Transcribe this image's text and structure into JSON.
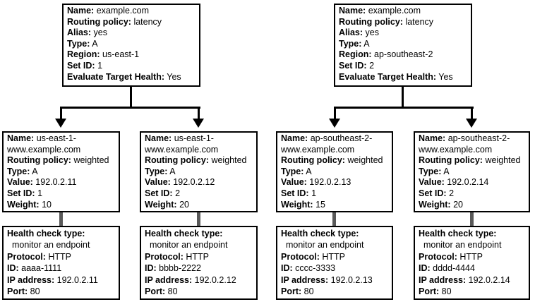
{
  "diagram": {
    "title_semantic": "route53-latency-weighted-health-check-diagram",
    "colors": {
      "line": "#000000",
      "connector_gray": "#595959",
      "box_border": "#000000",
      "box_bg": "#ffffff",
      "text": "#000000"
    },
    "latency_records": [
      {
        "id": "latency-record-us-east-1",
        "lines": [
          {
            "b": "Name:",
            "t": " example.com"
          },
          {
            "b": "Routing policy:",
            "t": " latency"
          },
          {
            "b": "Alias:",
            "t": " yes"
          },
          {
            "b": "Type:",
            "t": " A"
          },
          {
            "b": "Region:",
            "t": " us-east-1"
          },
          {
            "b": "Set ID:",
            "t": " 1"
          },
          {
            "b": "Evaluate Target Health:",
            "t": " Yes"
          }
        ]
      },
      {
        "id": "latency-record-ap-southeast-2",
        "lines": [
          {
            "b": "Name:",
            "t": " example.com"
          },
          {
            "b": "Routing policy:",
            "t": " latency"
          },
          {
            "b": "Alias:",
            "t": " yes"
          },
          {
            "b": "Type:",
            "t": " A"
          },
          {
            "b": "Region:",
            "t": " ap-southeast-2"
          },
          {
            "b": "Set ID:",
            "t": " 2"
          },
          {
            "b": "Evaluate Target Health:",
            "t": " Yes"
          }
        ]
      }
    ],
    "weighted_records": [
      {
        "id": "weighted-record-us-east-1-set1",
        "lines": [
          {
            "b": "Name:",
            "t": " us-east-1-www.example.com"
          },
          {
            "b": "Routing policy:",
            "t": " weighted"
          },
          {
            "b": "Type:",
            "t": " A"
          },
          {
            "b": "Value:",
            "t": " 192.0.2.11"
          },
          {
            "b": "Set ID:",
            "t": " 1"
          },
          {
            "b": "Weight:",
            "t": " 10"
          }
        ]
      },
      {
        "id": "weighted-record-us-east-1-set2",
        "lines": [
          {
            "b": "Name:",
            "t": " us-east-1-www.example.com"
          },
          {
            "b": "Routing policy:",
            "t": " weighted"
          },
          {
            "b": "Type:",
            "t": " A"
          },
          {
            "b": "Value:",
            "t": " 192.0.2.12"
          },
          {
            "b": "Set ID:",
            "t": " 2"
          },
          {
            "b": "Weight:",
            "t": " 20"
          }
        ]
      },
      {
        "id": "weighted-record-ap-southeast-2-set1",
        "lines": [
          {
            "b": "Name:",
            "t": " ap-southeast-2-www.example.com"
          },
          {
            "b": "Routing policy:",
            "t": " weighted"
          },
          {
            "b": "Type:",
            "t": " A"
          },
          {
            "b": "Value:",
            "t": " 192.0.2.13"
          },
          {
            "b": "Set ID:",
            "t": " 1"
          },
          {
            "b": "Weight:",
            "t": " 15"
          }
        ]
      },
      {
        "id": "weighted-record-ap-southeast-2-set2",
        "lines": [
          {
            "b": "Name:",
            "t": " ap-southeast-2-www.example.com"
          },
          {
            "b": "Routing policy:",
            "t": " weighted"
          },
          {
            "b": "Type:",
            "t": " A"
          },
          {
            "b": "Value:",
            "t": " 192.0.2.14"
          },
          {
            "b": "Set ID:",
            "t": " 2"
          },
          {
            "b": "Weight:",
            "t": " 20"
          }
        ]
      }
    ],
    "health_checks": [
      {
        "id": "health-check-aaaa-1111",
        "lines": [
          {
            "b": "Health check type:",
            "t": ""
          },
          {
            "b": "",
            "t": "  monitor an endpoint"
          },
          {
            "b": "Protocol:",
            "t": " HTTP"
          },
          {
            "b": "ID:",
            "t": " aaaa-1111"
          },
          {
            "b": "IP address:",
            "t": " 192.0.2.11"
          },
          {
            "b": "Port:",
            "t": " 80"
          }
        ]
      },
      {
        "id": "health-check-bbbb-2222",
        "lines": [
          {
            "b": "Health check type:",
            "t": ""
          },
          {
            "b": "",
            "t": "  monitor an endpoint"
          },
          {
            "b": "Protocol:",
            "t": " HTTP"
          },
          {
            "b": "ID:",
            "t": " bbbb-2222"
          },
          {
            "b": "IP address:",
            "t": " 192.0.2.12"
          },
          {
            "b": "Port:",
            "t": " 80"
          }
        ]
      },
      {
        "id": "health-check-cccc-3333",
        "lines": [
          {
            "b": "Health check type:",
            "t": ""
          },
          {
            "b": "",
            "t": "  monitor an endpoint"
          },
          {
            "b": "Protocol:",
            "t": " HTTP"
          },
          {
            "b": "ID:",
            "t": " cccc-3333"
          },
          {
            "b": "IP address:",
            "t": " 192.0.2.13"
          },
          {
            "b": "Port:",
            "t": " 80"
          }
        ]
      },
      {
        "id": "health-check-dddd-4444",
        "lines": [
          {
            "b": "Health check type:",
            "t": ""
          },
          {
            "b": "",
            "t": "  monitor an endpoint"
          },
          {
            "b": "Protocol:",
            "t": " HTTP"
          },
          {
            "b": "ID:",
            "t": " dddd-4444"
          },
          {
            "b": "IP address:",
            "t": " 192.0.2.14"
          },
          {
            "b": "Port:",
            "t": " 80"
          }
        ]
      }
    ]
  }
}
